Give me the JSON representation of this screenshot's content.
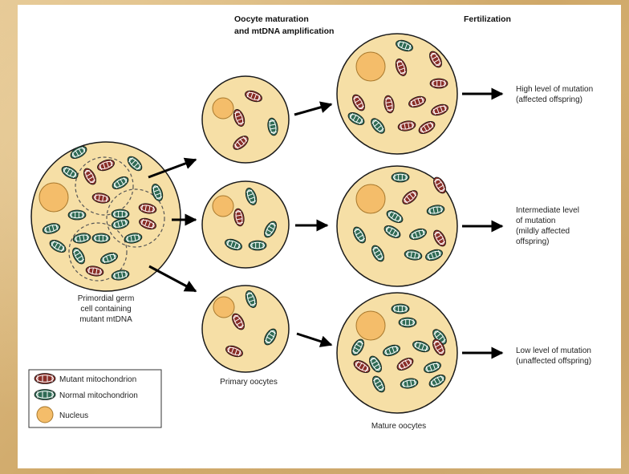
{
  "headers": {
    "oocyte_line1": "Oocyte maturation",
    "oocyte_line2": "and mtDNA amplification",
    "fertilization": "Fertilization"
  },
  "germ_cell_label": [
    "Primordial germ",
    "cell containing",
    "mutant mtDNA"
  ],
  "primary_oocytes_label": "Primary oocytes",
  "mature_oocytes_label": "Mature oocytes",
  "outcomes": {
    "high": [
      "High level of mutation",
      "(affected offspring)"
    ],
    "intermediate": [
      "Intermediate level",
      "of mutation",
      "(mildly affected",
      "offspring)"
    ],
    "low": [
      "Low level of mutation",
      "(unaffected offspring)"
    ]
  },
  "legend": {
    "mutant": "Mutant mitochondrion",
    "normal": "Normal mitochondrion",
    "nucleus": "Nucleus"
  },
  "colors": {
    "cell_fill": "#f6dfa6",
    "nucleus": "#f4bd6a",
    "mutant": "#8a2e28",
    "normal": "#2f6b55",
    "cristae": "#ffffff"
  }
}
